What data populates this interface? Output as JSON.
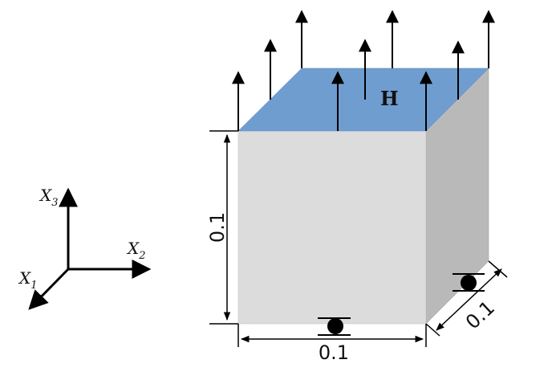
{
  "axes": {
    "x1": {
      "base": "X",
      "sub": "1"
    },
    "x2": {
      "base": "X",
      "sub": "2"
    },
    "x3": {
      "base": "X",
      "sub": "3"
    }
  },
  "field_label": "H",
  "dimensions": {
    "height": "0.1",
    "width": "0.1",
    "depth": "0.1"
  },
  "colors": {
    "top_face": "#6f9dd0",
    "front_face": "#dcdcdc",
    "side_face": "#b9b9b9",
    "stroke": "#000000"
  }
}
